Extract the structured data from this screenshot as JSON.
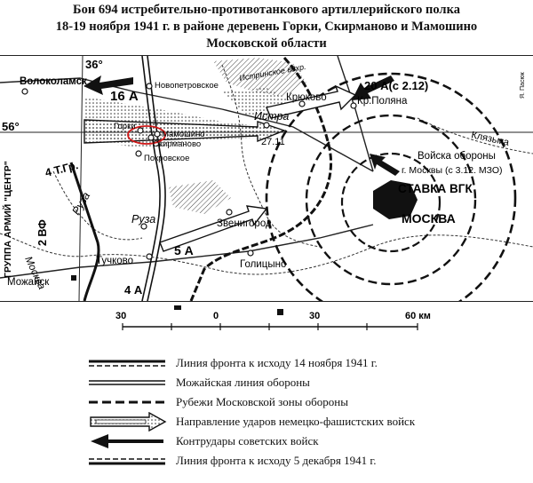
{
  "title": {
    "line1": "Бои 694 истребительно-противотанкового артиллерийского полка",
    "line2": "18-19 ноября 1941 г. в районе деревень Горки, Скирманово и Мамошино",
    "line3": "Московской области"
  },
  "map": {
    "credit": "Я. Пасюк",
    "grid_labels": {
      "meridian": "36°",
      "parallel": "56°"
    },
    "places": {
      "volokolamsk": "Волоколамск",
      "novopetrovskoe": "Новопетровское",
      "gorki": "Горки",
      "mamoshino": "Мамошино",
      "skirmanovo": "Скирманово",
      "pokrovskoe": "Покровское",
      "istra": "Истра",
      "istra_date": "27.11",
      "kryukovo": "Крюково",
      "kr_polyana": "Кр.Поляна",
      "klyazma": "Клязьма",
      "ruza_river": "Руза",
      "ruza_town": "Руза",
      "moskva_river": "Москва",
      "tuchkovo": "Тучково",
      "mozhaysk": "Можайск",
      "zvenigorod": "Звенигород",
      "golitsyno": "Голицыно",
      "moskva_city": "МОСКВА",
      "istra_reservoir": "Истринское вдхр.",
      "defense_troops": "Войска обороны",
      "defense_troops2": "г. Москвы (с 3.12. МЗО)",
      "stavka": "СТАВКА ВГК"
    },
    "units": {
      "a16": "16 А",
      "a20": "20 А(с 2.12)",
      "a5": "5 А",
      "a4": "4 А",
      "tgr4": "4 Т.Гр.",
      "vf2": "2 ВФ",
      "army_group": "ГРУППА АРМИЙ \"ЦЕНТР\""
    }
  },
  "scale": {
    "labels": [
      "30",
      "0",
      "30",
      "60 км"
    ]
  },
  "legend": [
    {
      "id": "front-nov14",
      "text": "Линия фронта к исходу 14 ноября 1941 г."
    },
    {
      "id": "mozhaysk-line",
      "text": "Можайская линия обороны"
    },
    {
      "id": "moscow-zone",
      "text": "Рубежи Московской зоны обороны"
    },
    {
      "id": "german-attacks",
      "text": "Направление ударов немецко-фашистских войск"
    },
    {
      "id": "soviet-counter",
      "text": "Контрудары советских войск"
    },
    {
      "id": "front-dec5",
      "text": "Линия фронта к исходу 5 декабря 1941 г."
    }
  ]
}
